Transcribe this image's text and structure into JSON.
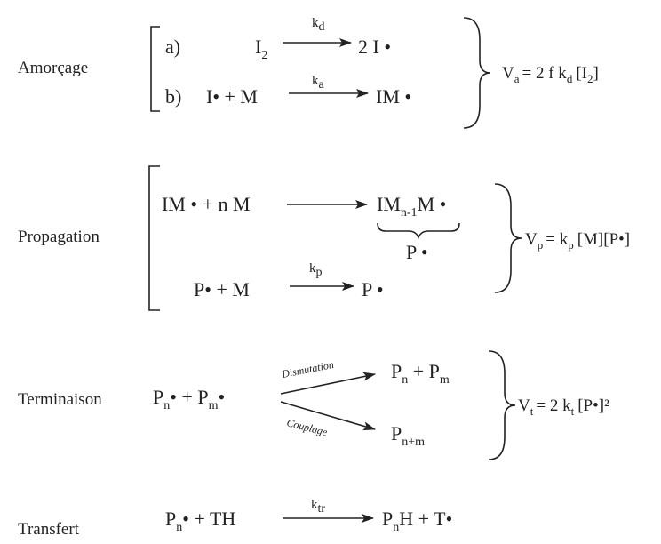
{
  "stages": {
    "initiation": {
      "label": "Amorçage",
      "a": {
        "tag": "a)",
        "reactant": "I",
        "reactant_sub": "2",
        "const": "k",
        "const_sub": "d",
        "product": "2 I •"
      },
      "b": {
        "tag": "b)",
        "reactant": "I• + M",
        "const": "k",
        "const_sub": "a",
        "product": "IM •"
      },
      "rate": {
        "v": "V",
        "v_sub": "a",
        "eq": "= 2 f k",
        "k_sub": "d",
        "conc": "[I",
        "conc_sub": "2",
        "close": "]"
      }
    },
    "propagation": {
      "label": "Propagation",
      "r1": {
        "reactant": "IM • + n M",
        "product": "IM",
        "product_sub": "n-1",
        "product_end": "M •",
        "brace_label": "P •"
      },
      "r2": {
        "reactant": "P•  + M",
        "const": "k",
        "const_sub": "p",
        "product": "P •"
      },
      "rate": {
        "v": "V",
        "v_sub": "p",
        "eq": "= k",
        "k_sub": "p",
        "rest": "[M][P•]"
      }
    },
    "termination": {
      "label": "Terminaison",
      "reactant": {
        "p1": "P",
        "p1_sub": "n",
        "mid": "• + P",
        "p2_sub": "m",
        "end": "•"
      },
      "path_upper": "Dismutation",
      "path_lower": "Couplage",
      "product_upper": {
        "p1": "P",
        "p1_sub": "n",
        "mid": " + P",
        "p2_sub": "m"
      },
      "product_lower": {
        "p": "P",
        "p_sub": "n+m"
      },
      "rate": {
        "v": "V",
        "v_sub": "t",
        "eq": "= 2 k",
        "k_sub": "t",
        "rest": "[P•]²"
      }
    },
    "transfer": {
      "label": "Transfert",
      "reactant": {
        "p": "P",
        "p_sub": "n",
        "rest": "• + TH"
      },
      "const": "k",
      "const_sub": "tr",
      "product": {
        "p": "P",
        "p_sub": "n",
        "rest": "H + T•"
      }
    }
  }
}
